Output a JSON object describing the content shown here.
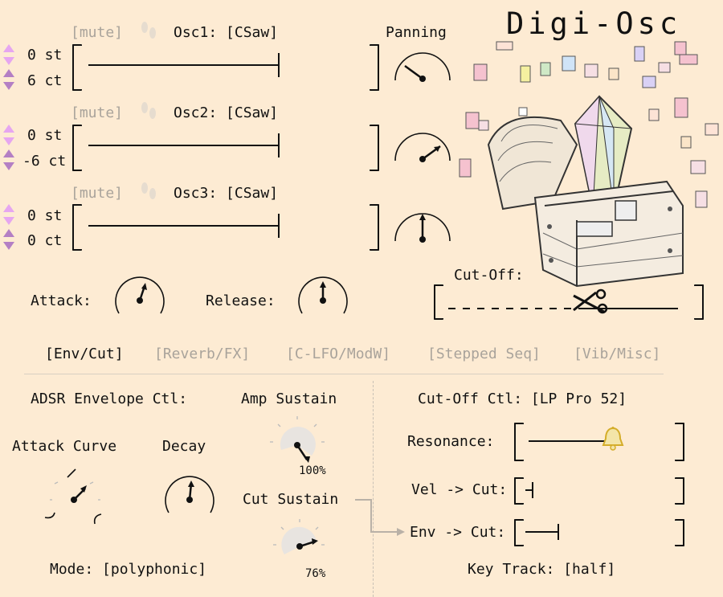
{
  "app_title": "Digi-Osc",
  "panning_label": "Panning",
  "osc_rows": [
    {
      "mute": "[mute]",
      "name": "Osc1: [CSaw]",
      "semitones": "0 st",
      "cents": "6 ct"
    },
    {
      "mute": "[mute]",
      "name": "Osc2: [CSaw]",
      "semitones": "0 st",
      "cents": "-6 ct"
    },
    {
      "mute": "[mute]",
      "name": "Osc3: [CSaw]",
      "semitones": "0 st",
      "cents": "0 ct"
    }
  ],
  "attack_label": "Attack:",
  "release_label": "Release:",
  "cutoff_label": "Cut-Off:",
  "tabs": [
    {
      "label": "[Env/Cut]",
      "active": true
    },
    {
      "label": "[Reverb/FX]",
      "active": false
    },
    {
      "label": "[C-LFO/ModW]",
      "active": false
    },
    {
      "label": "[Stepped Seq]",
      "active": false
    },
    {
      "label": "[Vib/Misc]",
      "active": false
    }
  ],
  "adsr": {
    "title": "ADSR Envelope Ctl:",
    "attack_curve_label": "Attack Curve",
    "decay_label": "Decay",
    "amp_sustain_label": "Amp Sustain",
    "amp_sustain_value": "100%",
    "cut_sustain_label": "Cut Sustain",
    "cut_sustain_value": "76%",
    "mode": "Mode: [polyphonic]"
  },
  "cutoff_ctl": {
    "title": "Cut-Off Ctl: [LP Pro 52]",
    "resonance_label": "Resonance:",
    "vel_cut_label": "Vel -> Cut:",
    "env_cut_label": "Env -> Cut:",
    "key_track": "Key Track: [half]"
  },
  "colors": {
    "background": "#fdebd3",
    "stepper_up": "#e6a6f0",
    "stepper_down": "#b47fc4",
    "muted_text": "#a9a39b",
    "bell": "#e8c43a"
  }
}
